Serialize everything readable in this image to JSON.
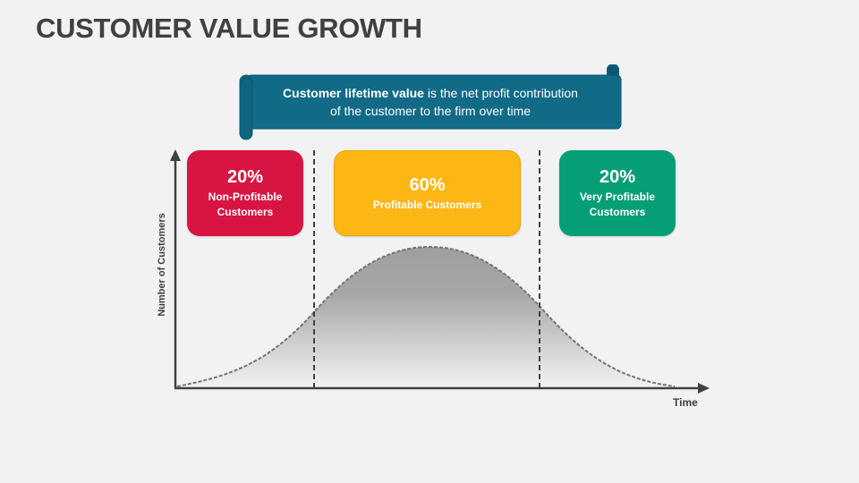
{
  "slide": {
    "title": "CUSTOMER VALUE GROWTH"
  },
  "banner": {
    "bold_text": "Customer lifetime value",
    "line1_rest": " is the net profit contribution",
    "line2": "of the customer to the firm over time",
    "color": "#116a86"
  },
  "segments": [
    {
      "percent": "20%",
      "label_line1": "Non-Profitable",
      "label_line2": "Customers",
      "color": "#d81542"
    },
    {
      "percent": "60%",
      "label_line1": "Profitable Customers",
      "label_line2": "",
      "color": "#fdb714"
    },
    {
      "percent": "20%",
      "label_line1": "Very Profitable",
      "label_line2": "Customers",
      "color": "#069e77"
    }
  ],
  "axes": {
    "ylabel": "Number of Customers",
    "xlabel": "Time"
  },
  "chart_data": {
    "type": "area",
    "title": "Customer Value Growth (bell curve of customer distribution over time)",
    "xlabel": "Time",
    "ylabel": "Number of Customers",
    "regions": [
      {
        "name": "Non-Profitable Customers",
        "share_percent": 20
      },
      {
        "name": "Profitable Customers",
        "share_percent": 60
      },
      {
        "name": "Very Profitable Customers",
        "share_percent": 20
      }
    ],
    "curve": "normal distribution, dashed outline, gray gradient fill",
    "grid": false,
    "ticks": false
  }
}
